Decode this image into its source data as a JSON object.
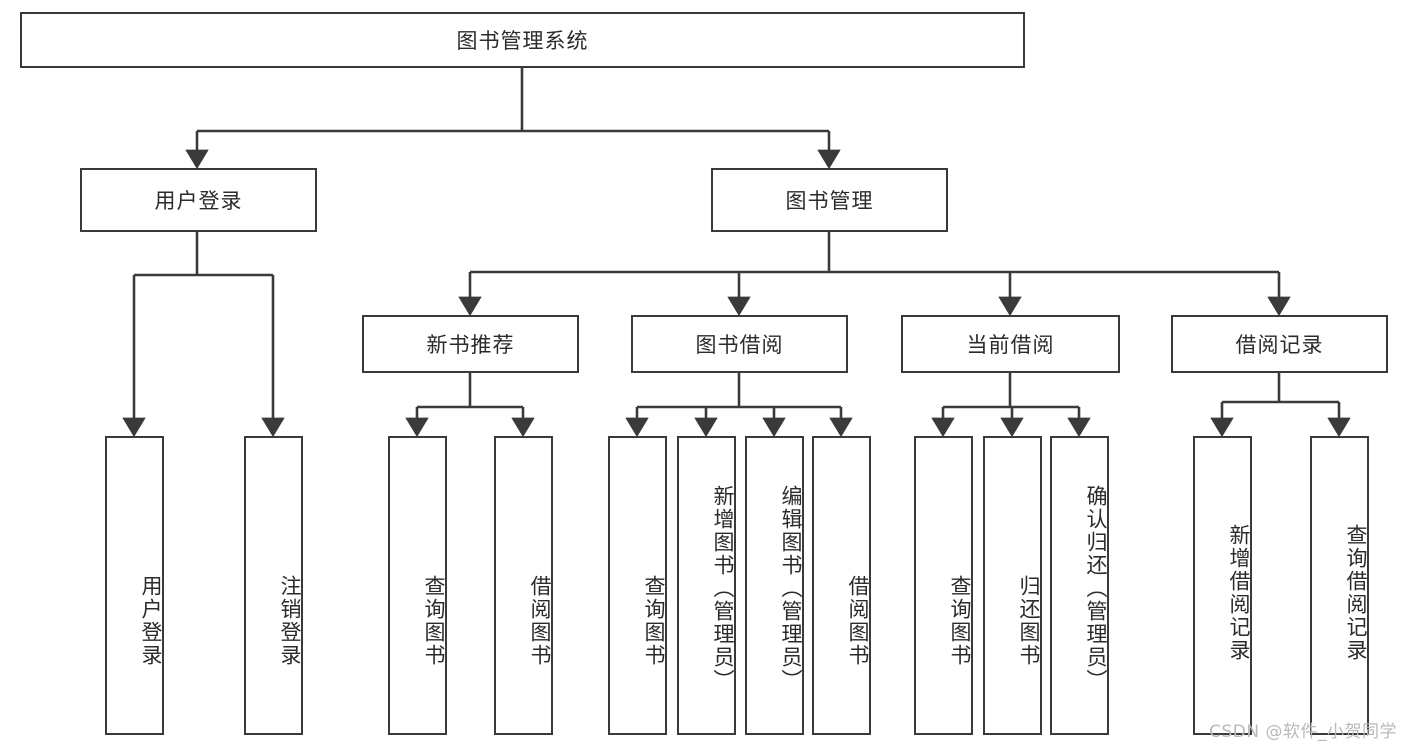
{
  "diagram": {
    "type": "tree",
    "title": "图书管理系统",
    "root": {
      "id": "root",
      "label": "图书管理系统",
      "orientation": "horizontal"
    },
    "level2": [
      {
        "id": "user-login",
        "label": "用户登录",
        "orientation": "horizontal"
      },
      {
        "id": "book-manage",
        "label": "图书管理",
        "orientation": "horizontal"
      }
    ],
    "level3": [
      {
        "id": "new-book-rec",
        "label": "新书推荐",
        "orientation": "horizontal",
        "parent": "book-manage"
      },
      {
        "id": "book-borrow",
        "label": "图书借阅",
        "orientation": "horizontal",
        "parent": "book-manage"
      },
      {
        "id": "current-borrow",
        "label": "当前借阅",
        "orientation": "horizontal",
        "parent": "book-manage"
      },
      {
        "id": "borrow-record",
        "label": "借阅记录",
        "orientation": "horizontal",
        "parent": "book-manage"
      }
    ],
    "leaves": [
      {
        "id": "leaf-user-login",
        "label": "用户登录",
        "parent": "user-login",
        "orientation": "vertical"
      },
      {
        "id": "leaf-user-logout",
        "label": "注销登录",
        "parent": "user-login",
        "orientation": "vertical"
      },
      {
        "id": "leaf-query-book-1",
        "label": "查询图书",
        "parent": "new-book-rec",
        "orientation": "vertical"
      },
      {
        "id": "leaf-borrow-book-1",
        "label": "借阅图书",
        "parent": "new-book-rec",
        "orientation": "vertical"
      },
      {
        "id": "leaf-query-book-2",
        "label": "查询图书",
        "parent": "book-borrow",
        "orientation": "vertical"
      },
      {
        "id": "leaf-add-book",
        "label": "新增图书（管理员）",
        "parent": "book-borrow",
        "orientation": "vertical"
      },
      {
        "id": "leaf-edit-book",
        "label": "编辑图书（管理员）",
        "parent": "book-borrow",
        "orientation": "vertical"
      },
      {
        "id": "leaf-borrow-book-2",
        "label": "借阅图书",
        "parent": "book-borrow",
        "orientation": "vertical"
      },
      {
        "id": "leaf-query-book-3",
        "label": "查询图书",
        "parent": "current-borrow",
        "orientation": "vertical"
      },
      {
        "id": "leaf-return-book",
        "label": "归还图书",
        "parent": "current-borrow",
        "orientation": "vertical"
      },
      {
        "id": "leaf-confirm-return",
        "label": "确认归还（管理员）",
        "parent": "current-borrow",
        "orientation": "vertical"
      },
      {
        "id": "leaf-add-record",
        "label": "新增借阅记录",
        "parent": "borrow-record",
        "orientation": "vertical"
      },
      {
        "id": "leaf-query-record",
        "label": "查询借阅记录",
        "parent": "borrow-record",
        "orientation": "vertical"
      }
    ],
    "colors": {
      "box_border": "#3a3a3a",
      "box_fill": "#ffffff",
      "connector": "#3a3a3a",
      "text": "#2b2b2b",
      "watermark": "#b9b9b9"
    }
  },
  "watermark": {
    "text": "CSDN @软件_小贺同学"
  }
}
